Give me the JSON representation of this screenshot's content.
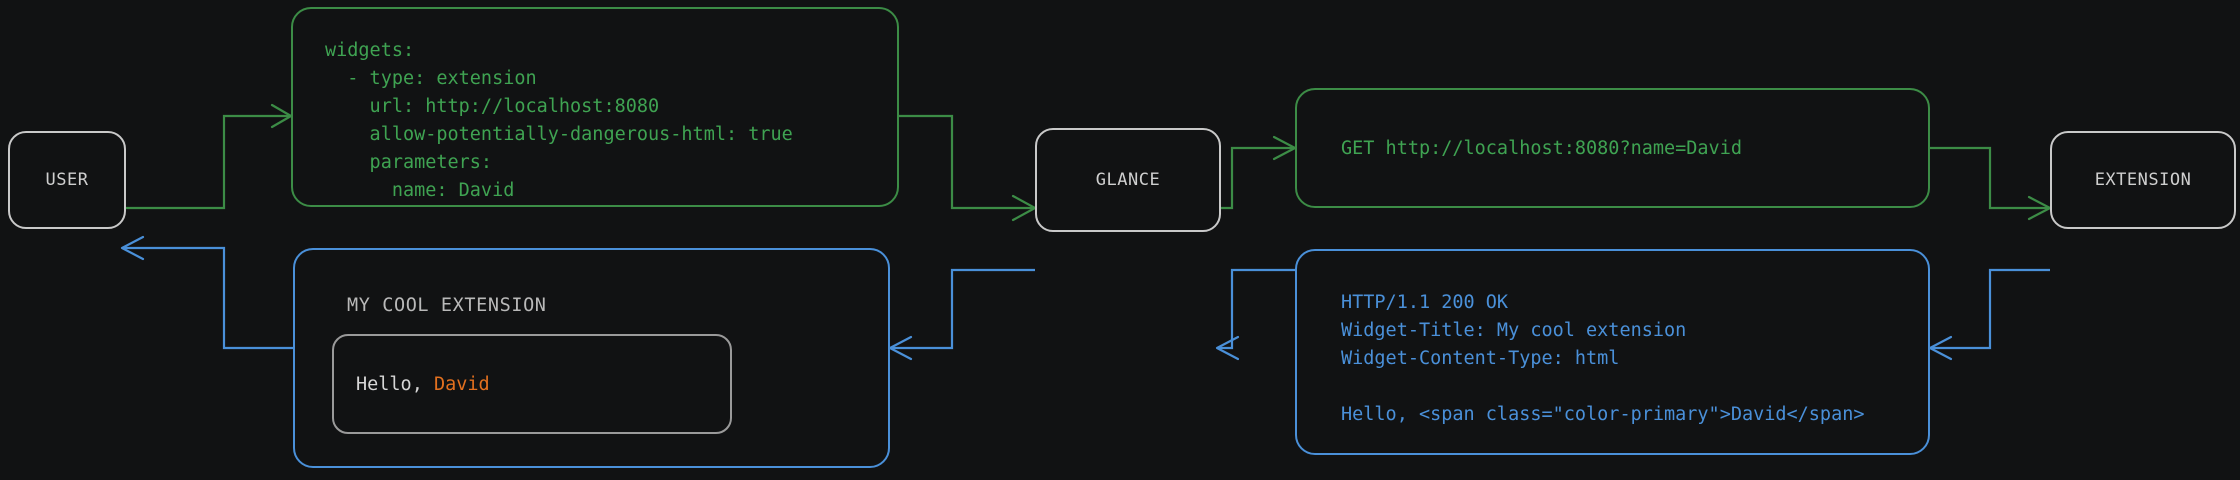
{
  "theme": {
    "background": "#111213",
    "request_color": "#3fa352",
    "response_color": "#4a90d9",
    "node_border": "#c9c9c9",
    "accent_color": "#e2701f",
    "card_border": "#9a9a9a"
  },
  "nodes": {
    "user": {
      "label": "USER"
    },
    "glance": {
      "label": "GLANCE"
    },
    "extension": {
      "label": "EXTENSION"
    }
  },
  "messages": {
    "config_yaml": {
      "kind": "request",
      "text": "widgets:\n  - type: extension\n    url: http://localhost:8080\n    allow-potentially-dangerous-html: true\n    parameters:\n      name: David"
    },
    "http_request": {
      "kind": "request",
      "text": "GET http://localhost:8080?name=David"
    },
    "http_response": {
      "kind": "response",
      "text": "HTTP/1.1 200 OK\nWidget-Title: My cool extension\nWidget-Content-Type: html\n\nHello, <span class=\"color-primary\">David</span>"
    },
    "widget_preview": {
      "kind": "response",
      "title": "MY COOL EXTENSION",
      "body_prefix": "Hello, ",
      "body_accent": "David"
    }
  },
  "edges": [
    {
      "name": "user-to-config",
      "from": "user",
      "to": "config_yaml",
      "color": "#3c8c46",
      "arrow": "open"
    },
    {
      "name": "config-to-glance",
      "from": "config_yaml",
      "to": "glance",
      "color": "#3c8c46",
      "arrow": "open"
    },
    {
      "name": "glance-to-request",
      "from": "glance",
      "to": "http_request",
      "color": "#3c8c46",
      "arrow": "open"
    },
    {
      "name": "request-to-extension",
      "from": "http_request",
      "to": "extension",
      "color": "#3c8c46",
      "arrow": "open"
    },
    {
      "name": "extension-to-response",
      "from": "extension",
      "to": "http_response",
      "color": "#4a90d9",
      "arrow": "open"
    },
    {
      "name": "response-to-glance",
      "from": "http_response",
      "to": "glance",
      "color": "#4a90d9",
      "arrow": "open"
    },
    {
      "name": "glance-to-widget",
      "from": "glance",
      "to": "widget_preview",
      "color": "#4a90d9",
      "arrow": "open"
    },
    {
      "name": "widget-to-user",
      "from": "widget_preview",
      "to": "user",
      "color": "#4a90d9",
      "arrow": "open"
    }
  ]
}
